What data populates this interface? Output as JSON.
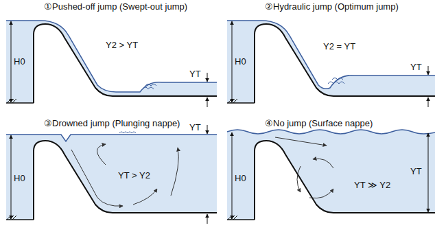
{
  "diagram": {
    "labels": [
      "①Pushed-off jump (Swept-out jump)",
      "H0",
      "Y2 > YT",
      "YT",
      "②Hydraulic jump (Optimum jump)",
      "H0",
      "Y2 = YT",
      "YT",
      "③Drowned jump (Plunging nappe)",
      "H0",
      "YT > Y2",
      "YT",
      "④No jump (Surface nappe)",
      "H0",
      "YT ≫ Y2",
      "YT"
    ]
  }
}
